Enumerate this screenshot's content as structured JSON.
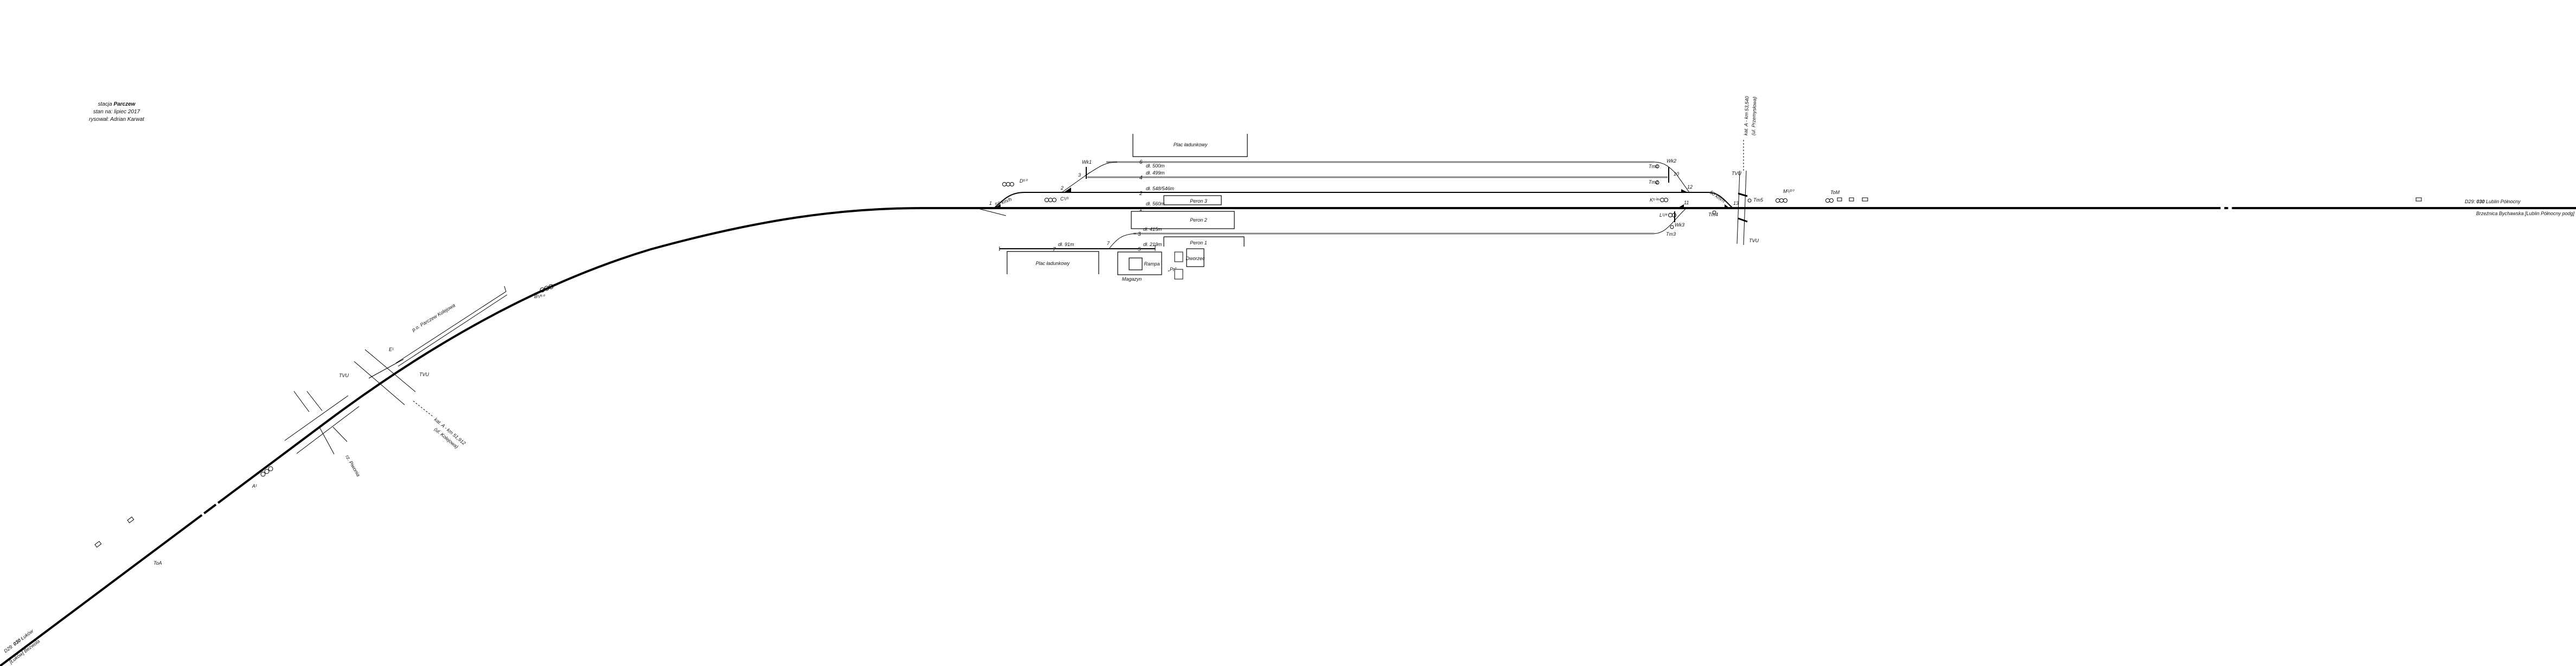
{
  "title": {
    "station_prefix": "stacja ",
    "station": "Parczew",
    "state": "stan na: lipiec 2017",
    "author": "rysował: Adrian Karwat"
  },
  "tracks": {
    "t6": "6",
    "t6_len": "dł. 500m",
    "t4": "4",
    "t4_len": "dł. 499m",
    "t2": "2",
    "t2_len": "dł. 548/546m",
    "t1": "1",
    "t1_len": "dł. 560m",
    "t3": "3",
    "t3_len": "dł. 415m",
    "t5": "5",
    "t5_len": "dł. 219m",
    "t7": "7",
    "t7_len": "dł. 91m"
  },
  "switches": [
    "1",
    "2",
    "3",
    "7",
    "10",
    "11",
    "12",
    "13"
  ],
  "speeds": [
    "50 km/h",
    "50 km/h"
  ],
  "signals": {
    "A": "A¹",
    "B": "B¹/⁵⁰",
    "C": "C¹/³",
    "D": "D⁵⁰",
    "E": "E¹",
    "K": "K⁵⁰ᵐ",
    "L": "L¹/⁴",
    "M": "M¹/²⁰",
    "ToA": "ToA",
    "ToM": "ToM",
    "Tm1": "Tm1",
    "Tm2": "Tm2",
    "Tm3": "Tm3",
    "Tm4": "Tm4",
    "Tm5": "Tm5"
  },
  "boxes": {
    "wk1": "Wk1",
    "wk2": "Wk2",
    "wk3": "Wk3",
    "pr": "„Pr\""
  },
  "buildings": {
    "plac_top": "Plac ładunkowy",
    "plac_bottom": "Plac ładunkowy",
    "peron1": "Peron 1",
    "peron2": "Peron 2",
    "peron3": "Peron 3",
    "rampa": "Rampa",
    "magazyn": "Magazyn",
    "dworzec": "Dworzec"
  },
  "crossings": {
    "tvu": "TVU",
    "left": {
      "line1": "kat. A - km 51,912",
      "line2": "(ul. Kolejowa)"
    },
    "right": {
      "line1": "kat. A - km 53,540",
      "line2": "(ul. Przemysłowa)"
    }
  },
  "places": {
    "po": "p.o. Parczew Kolejowa",
    "river": "rz. Piwonia"
  },
  "ends": {
    "left_prefix": "D29: ",
    "left_code": "030",
    "left_dest": " Łuków",
    "left_sub": "[Łuków] Bezwola",
    "right_prefix": "D29: ",
    "right_code": "030",
    "right_dest": " Lublin Północny",
    "right_sub": "Brzeźnica Bychawska [Lublin Północny podg]"
  }
}
